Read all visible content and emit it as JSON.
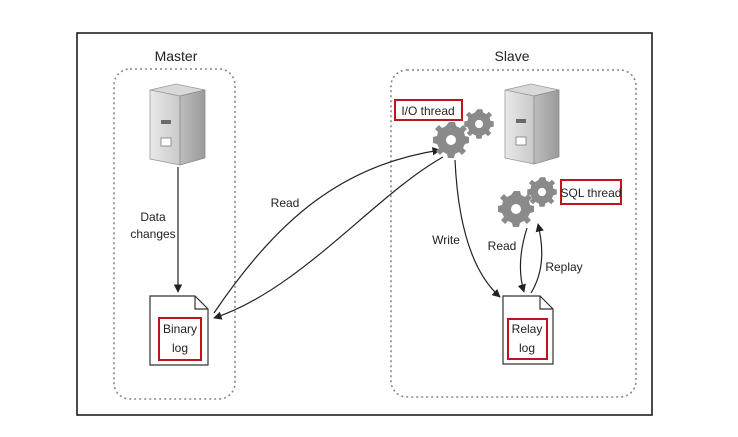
{
  "master": {
    "title": "Master",
    "data_changes": [
      "Data",
      "changes"
    ],
    "binary_log": [
      "Binary",
      "log"
    ]
  },
  "slave": {
    "title": "Slave",
    "io_thread": "I/O thread",
    "sql_thread": "SQL thread",
    "relay_log": [
      "Relay",
      "log"
    ]
  },
  "edges": {
    "read_binlog": "Read",
    "write_relay": "Write",
    "read_relay": "Read",
    "replay": "Replay"
  },
  "colors": {
    "highlight": "#c0141c",
    "server_body": "#dcdcdc",
    "gear": "#8a8a8a"
  },
  "icons": [
    "server-icon",
    "gear-icon",
    "document-icon"
  ]
}
